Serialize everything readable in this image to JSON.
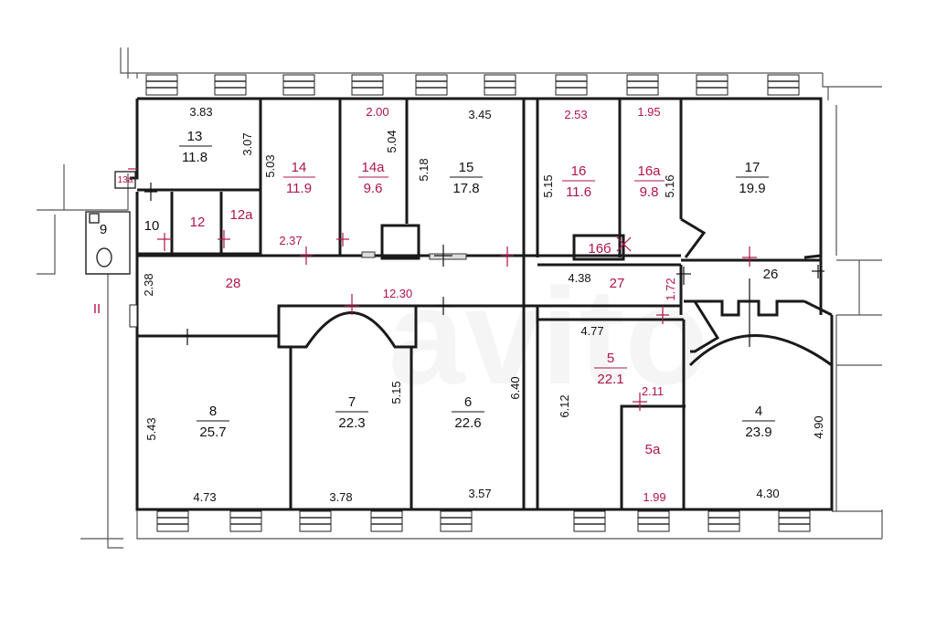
{
  "rooms": [
    {
      "num": "13",
      "area": "11.8",
      "color": "black"
    },
    {
      "num": "14",
      "area": "11.9",
      "color": "red"
    },
    {
      "num": "14а",
      "area": "9.6",
      "color": "red"
    },
    {
      "num": "15",
      "area": "17.8",
      "color": "black"
    },
    {
      "num": "16",
      "area": "11.6",
      "color": "red"
    },
    {
      "num": "16а",
      "area": "9.8",
      "color": "red"
    },
    {
      "num": "17",
      "area": "19.9",
      "color": "black"
    },
    {
      "num": "8",
      "area": "25.7",
      "color": "black"
    },
    {
      "num": "7",
      "area": "22.3",
      "color": "black"
    },
    {
      "num": "6",
      "area": "22.6",
      "color": "black"
    },
    {
      "num": "5",
      "area": "22.1",
      "color": "red"
    },
    {
      "num": "4",
      "area": "23.9",
      "color": "black"
    }
  ],
  "labels": {
    "r13a": "13а",
    "r9": "9",
    "r10": "10",
    "r12": "12",
    "r12a": "12а",
    "r28": "28",
    "r27": "27",
    "r26": "26",
    "r16b": "16б",
    "r5a": "5а",
    "stair": "II"
  },
  "dims": {
    "d383": "3.83",
    "d307": "3.07",
    "d503": "5.03",
    "d200": "2.00",
    "d504": "5.04",
    "d345": "3.45",
    "d518": "5.18",
    "d253": "2.53",
    "d515a": "5.15",
    "d195": "1.95",
    "d516": "5.16",
    "d237": "2.37",
    "d238": "2.38",
    "d1230": "12.30",
    "d438": "4.38",
    "d172": "1.72",
    "d477": "4.77",
    "d543": "5.43",
    "d515b": "5.15",
    "d640": "6.40",
    "d612": "6.12",
    "d211": "2.11",
    "d490": "4.90",
    "d473": "4.73",
    "d378": "3.78",
    "d357": "3.57",
    "d199": "1.99",
    "d430": "4.30"
  },
  "watermark": "avito"
}
